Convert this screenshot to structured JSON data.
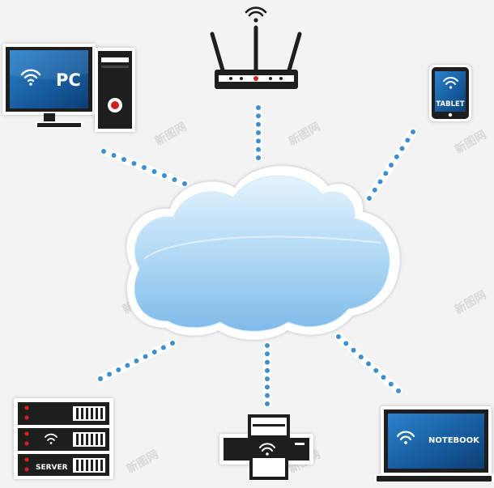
{
  "devices": {
    "pc": {
      "label": "PC"
    },
    "tablet": {
      "label": "TABLET"
    },
    "notebook": {
      "label": "NOTEBOOK"
    },
    "server": {
      "label": "SERVER"
    }
  },
  "watermark": {
    "text": "新图网"
  },
  "colors": {
    "background": "#f3f3f3",
    "device": "#1e1e1e",
    "screen": "#1a62a8",
    "cloud": "#a9d3f3",
    "link_dot": "#3e8fd2",
    "accent_red": "#d11f1f"
  },
  "icons": [
    "wifi-icon",
    "cloud-icon",
    "router-icon",
    "printer-icon",
    "server-icon"
  ]
}
